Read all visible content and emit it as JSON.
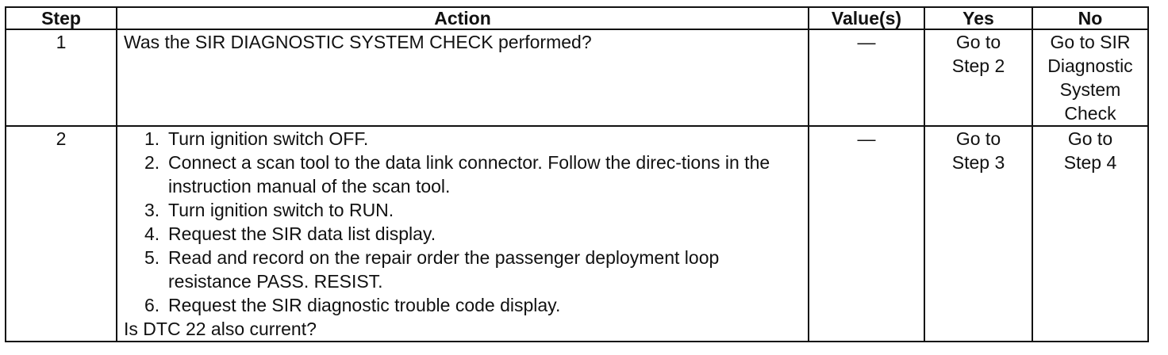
{
  "headers": {
    "step": "Step",
    "action": "Action",
    "values": "Value(s)",
    "yes": "Yes",
    "no": "No"
  },
  "rows": [
    {
      "step": "1",
      "question": "Was the SIR DIAGNOSTIC SYSTEM CHECK performed?",
      "value": "—",
      "yes": "Go to\nStep 2",
      "no": "Go to SIR\nDiagnostic\nSystem\nCheck"
    },
    {
      "step": "2",
      "actions": [
        {
          "num": "1.",
          "text": "Turn ignition switch OFF."
        },
        {
          "num": "2.",
          "text": "Connect a scan tool to the data link connector. Follow the direc-tions in the instruction manual of the scan tool."
        },
        {
          "num": "3.",
          "text": "Turn ignition switch to RUN."
        },
        {
          "num": "4.",
          "text": "Request the SIR data list display."
        },
        {
          "num": "5.",
          "text": "Read and record on the repair order the passenger deployment loop resistance PASS. RESIST."
        },
        {
          "num": "6.",
          "text": "Request the SIR diagnostic trouble code display."
        }
      ],
      "question": "Is DTC 22 also current?",
      "value": "—",
      "yes": "Go to\nStep 3",
      "no": "Go to\nStep 4"
    }
  ]
}
